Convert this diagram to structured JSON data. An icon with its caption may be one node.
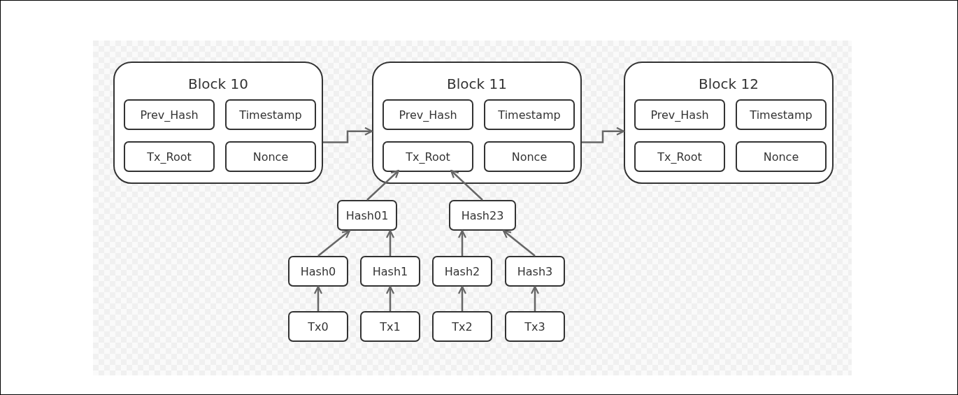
{
  "diagram": {
    "nodes": [
      {
        "text": [
          "Block 10"
        ]
      },
      {
        "text": [
          "Prev_Hash"
        ],
        "in": 0
      },
      {
        "text": [
          "Timestamp"
        ],
        "in": 0
      },
      {
        "text": [
          "Tx_Root"
        ],
        "in": 0
      },
      {
        "text": [
          "Nonce"
        ],
        "in": 0
      },
      {
        "text": [
          "Block 11"
        ]
      },
      {
        "text": [
          "Prev_Hash"
        ],
        "in": 5
      },
      {
        "text": [
          "Timestamp"
        ],
        "in": 5
      },
      {
        "text": [
          "Tx_Root"
        ],
        "in": 5
      },
      {
        "text": [
          "Nonce"
        ],
        "in": 5
      },
      {
        "text": [
          "Block 12"
        ]
      },
      {
        "text": [
          "Prev_Hash"
        ],
        "in": 10
      },
      {
        "text": [
          "Timestamp"
        ],
        "in": 10
      },
      {
        "text": [
          "Tx_Root"
        ],
        "in": 10
      },
      {
        "text": [
          "Nonce"
        ],
        "in": 10
      },
      {
        "text": [
          "Hash01"
        ]
      },
      {
        "text": [
          "Hash23"
        ]
      },
      {
        "text": [
          "Hash0"
        ]
      },
      {
        "text": [
          "Hash1"
        ]
      },
      {
        "text": [
          "Hash2"
        ]
      },
      {
        "text": [
          "Hash3"
        ]
      },
      {
        "text": [
          "Tx0"
        ]
      },
      {
        "text": [
          "Tx1"
        ]
      },
      {
        "text": [
          "Tx2"
        ]
      },
      {
        "text": [
          "Tx3"
        ]
      }
    ],
    "edges": [
      {
        "from": 0,
        "to": 5,
        "arrow": "to"
      },
      {
        "from": 5,
        "to": 10,
        "arrow": "to"
      },
      {
        "from": 15,
        "to": 8,
        "arrow": "to"
      },
      {
        "from": 16,
        "to": 8,
        "arrow": "to"
      },
      {
        "from": 17,
        "to": 15,
        "arrow": "to"
      },
      {
        "from": 18,
        "to": 15,
        "arrow": "to"
      },
      {
        "from": 19,
        "to": 16,
        "arrow": "to"
      },
      {
        "from": 20,
        "to": 16,
        "arrow": "to"
      },
      {
        "from": 21,
        "to": 17,
        "arrow": "to"
      },
      {
        "from": 22,
        "to": 18,
        "arrow": "to"
      },
      {
        "from": 23,
        "to": 19,
        "arrow": "to"
      },
      {
        "from": 24,
        "to": 20,
        "arrow": "to"
      }
    ]
  }
}
